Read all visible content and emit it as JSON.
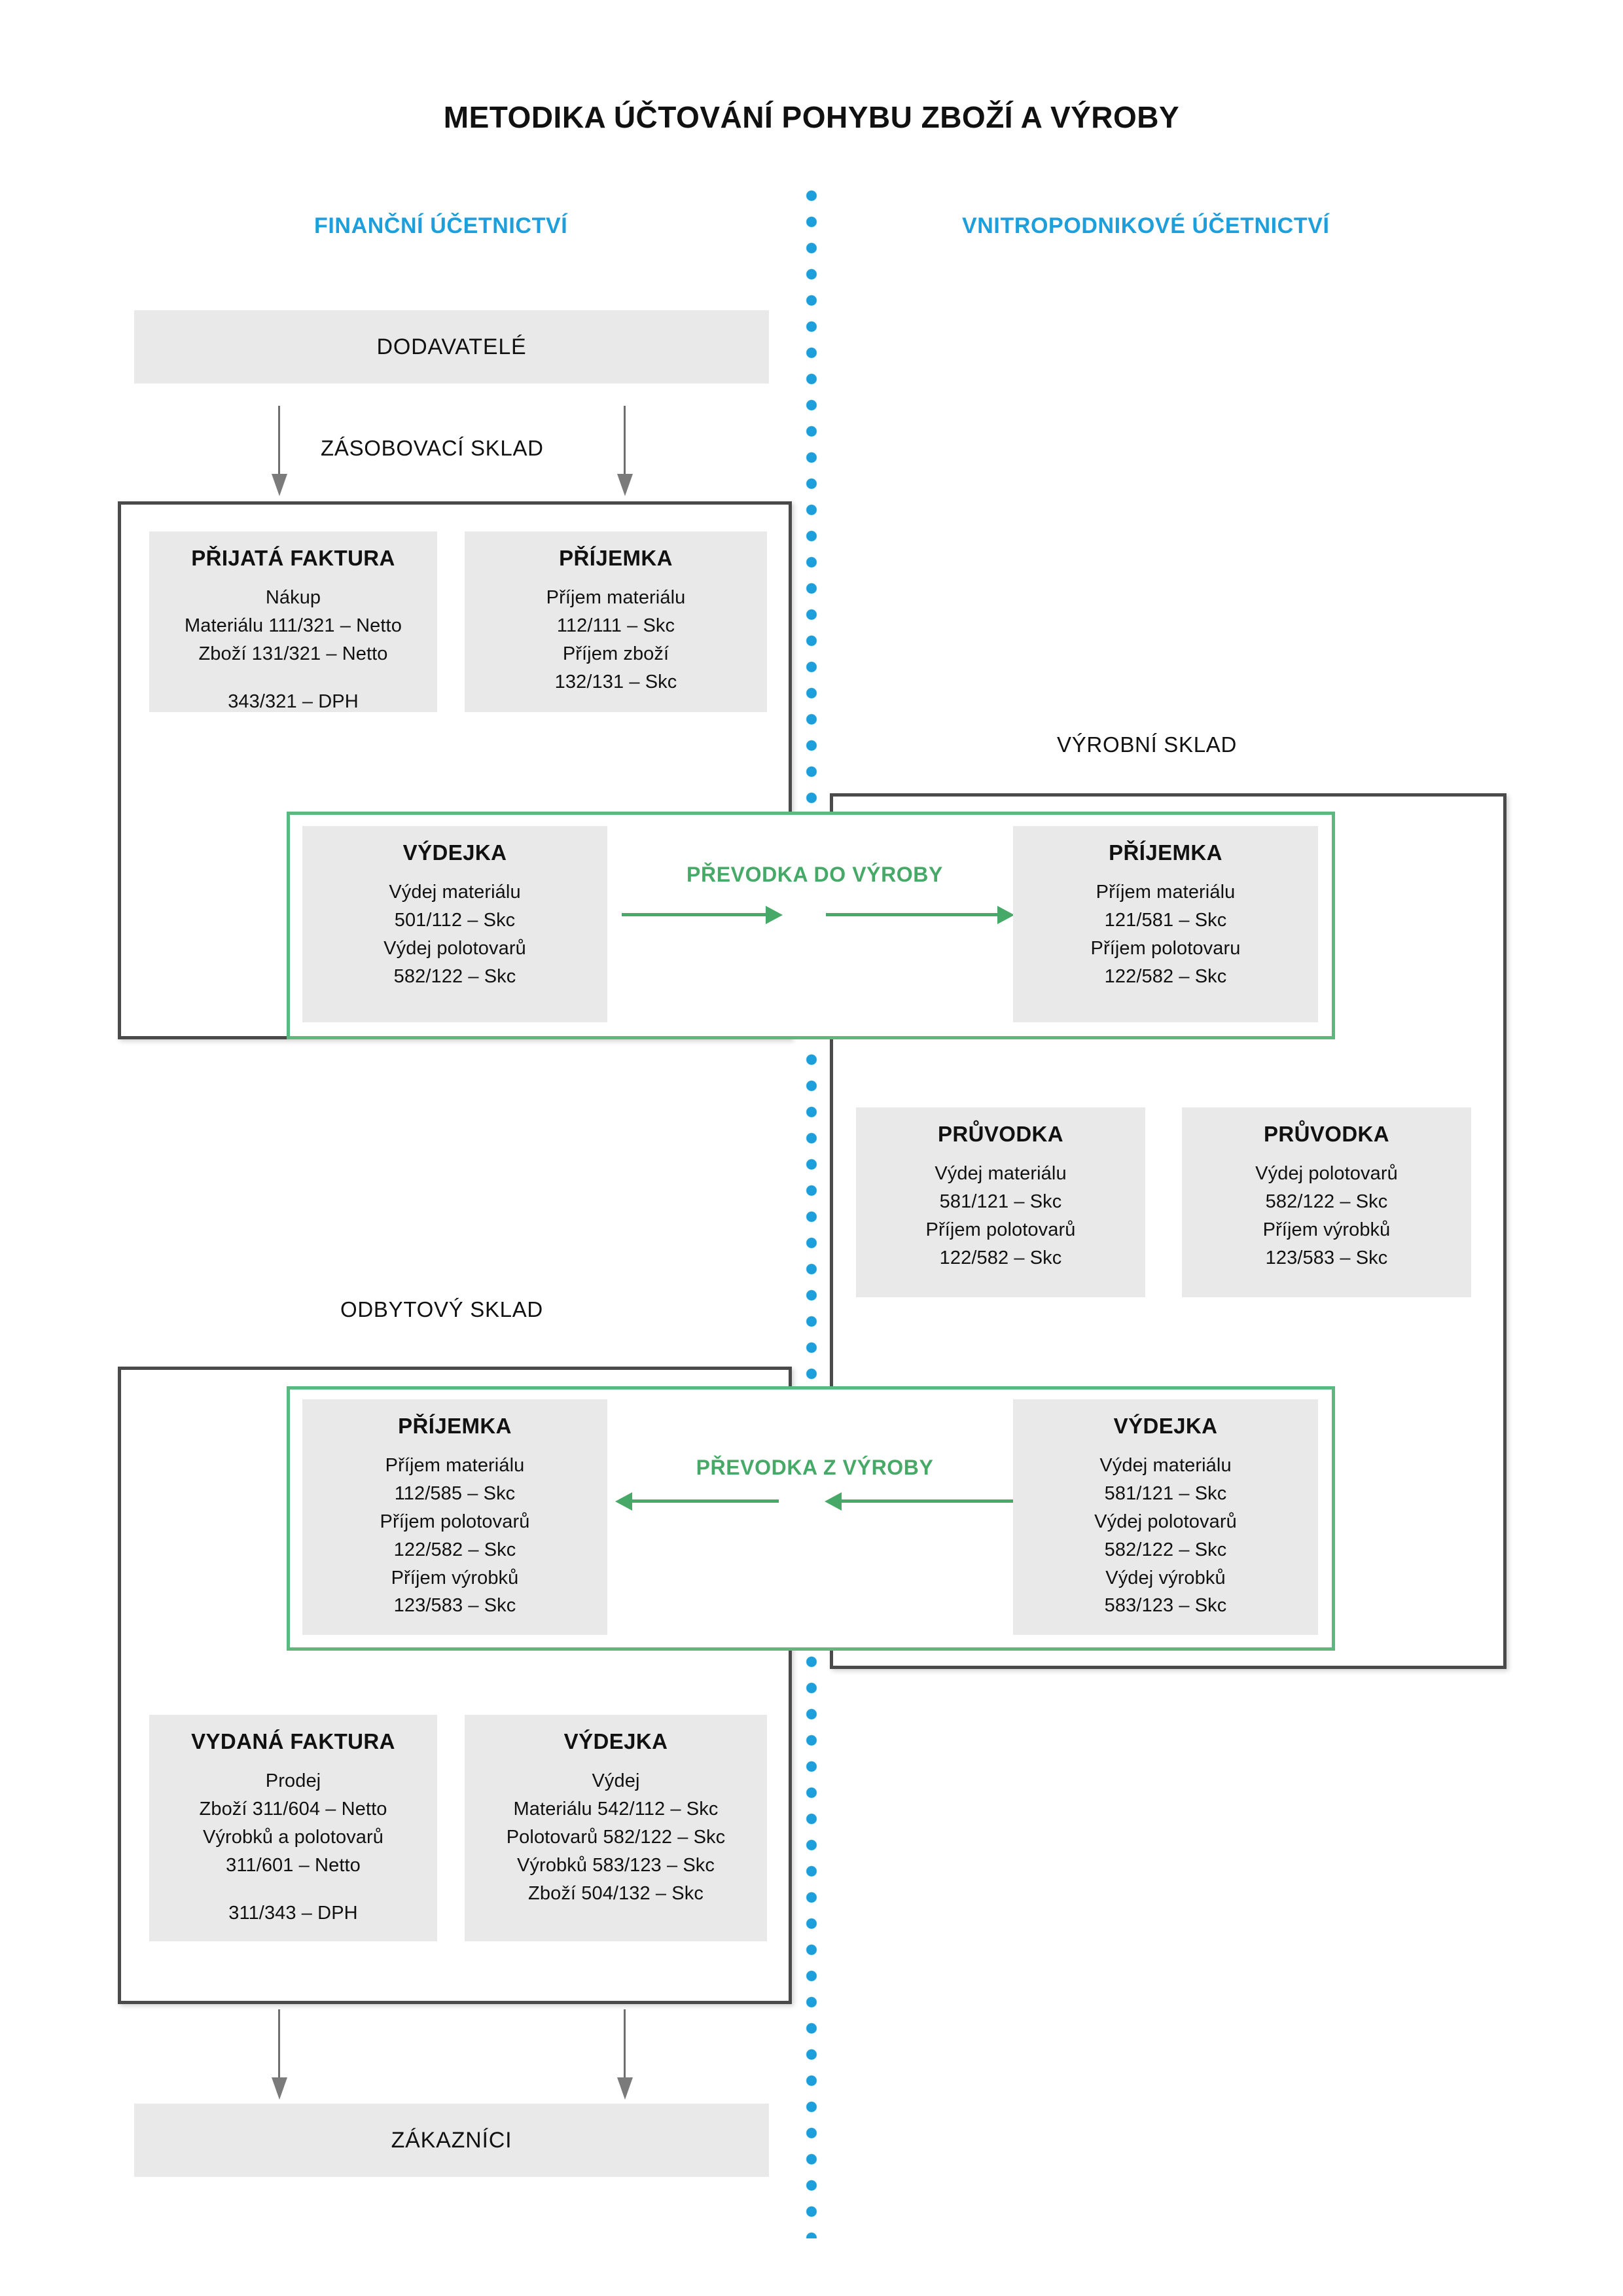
{
  "title": "METODIKA ÚČTOVÁNÍ POHYBU ZBOŽÍ A VÝROBY",
  "colors": {
    "accent_blue": "#1d9fdb",
    "accent_green": "#46a967",
    "frame_border": "#4a4a4a",
    "card_fill": "#e9e9e9",
    "arrow_grey": "#7b7b7b"
  },
  "columns": {
    "financial": "FINANČNÍ ÚČETNICTVÍ",
    "internal": "VNITROPODNIKOVÉ ÚČETNICTVÍ"
  },
  "endpoints": {
    "suppliers": "DODAVATELÉ",
    "customers": "ZÁKAZNÍCI"
  },
  "warehouses": {
    "supply": "ZÁSOBOVACÍ SKLAD",
    "production": "VÝROBNÍ SKLAD",
    "sales": "ODBYTOVÝ SKLAD"
  },
  "transfers": {
    "to_production": "PŘEVODKA  DO VÝROBY",
    "from_production": "PŘEVODKA  Z VÝROBY"
  },
  "cards": {
    "prijata_faktura": {
      "title": "PŘIJATÁ FAKTURA",
      "lines": [
        "Nákup",
        "Materiálu 111/321 – Netto",
        "Zboží 131/321 – Netto"
      ],
      "extra": "343/321 – DPH"
    },
    "prijemka_zasobovaci": {
      "title": "PŘÍJEMKA",
      "lines": [
        "Příjem materiálu",
        "112/111 – Skc",
        "Příjem zboží",
        "132/131 – Skc"
      ]
    },
    "vydejka_do_vyroby": {
      "title": "VÝDEJKA",
      "lines": [
        "Výdej materiálu",
        "501/112 – Skc",
        "Výdej polotovarů",
        "582/122 – Skc"
      ]
    },
    "prijemka_do_vyroby": {
      "title": "PŘÍJEMKA",
      "lines": [
        "Příjem materiálu",
        "121/581 – Skc",
        "Příjem polotovaru",
        "122/582 – Skc"
      ]
    },
    "pruvodka_1": {
      "title": "PRŮVODKA",
      "lines": [
        "Výdej materiálu",
        "581/121 – Skc",
        "Příjem polotovarů",
        "122/582 – Skc"
      ]
    },
    "pruvodka_2": {
      "title": "PRŮVODKA",
      "lines": [
        "Výdej polotovarů",
        "582/122 – Skc",
        "Příjem výrobků",
        "123/583 – Skc"
      ]
    },
    "prijemka_odbytovy": {
      "title": "PŘÍJEMKA",
      "lines": [
        "Příjem materiálu",
        "112/585 – Skc",
        "Příjem polotovarů",
        "122/582 – Skc",
        "Příjem výrobků",
        "123/583 – Skc"
      ]
    },
    "vydejka_z_vyroby": {
      "title": "VÝDEJKA",
      "lines": [
        "Výdej materiálu",
        "581/121 – Skc",
        "Výdej polotovarů",
        "582/122 – Skc",
        "Výdej výrobků",
        "583/123 – Skc"
      ]
    },
    "vydana_faktura": {
      "title": "VYDANÁ FAKTURA",
      "lines": [
        "Prodej",
        "Zboží 311/604 – Netto",
        "Výrobků a polotovarů",
        "311/601 – Netto"
      ],
      "extra": "311/343 – DPH"
    },
    "vydejka_prodej": {
      "title": "VÝDEJKA",
      "lines": [
        "Výdej",
        "Materiálu 542/112 – Skc",
        "Polotovarů 582/122 – Skc",
        "Výrobků 583/123 – Skc",
        "Zboží 504/132 – Skc"
      ]
    }
  }
}
